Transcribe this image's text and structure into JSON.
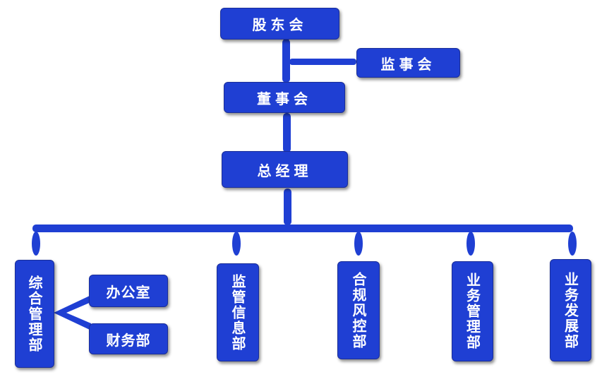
{
  "colors": {
    "box_fill": "#1f3fd3",
    "box_border": "#1a2e99",
    "connector": "#1f3fd3",
    "text": "#ffffff"
  },
  "nodes": {
    "shareholders": "股东会",
    "supervisors": "监事会",
    "board": "董事会",
    "general_manager": "总经理",
    "departments": [
      {
        "label": "综合管理部",
        "sub_units": [
          "办公室",
          "财务部"
        ]
      },
      {
        "label": "监管信息部"
      },
      {
        "label": "合规风控部"
      },
      {
        "label": "业务管理部"
      },
      {
        "label": "业务发展部"
      }
    ]
  }
}
